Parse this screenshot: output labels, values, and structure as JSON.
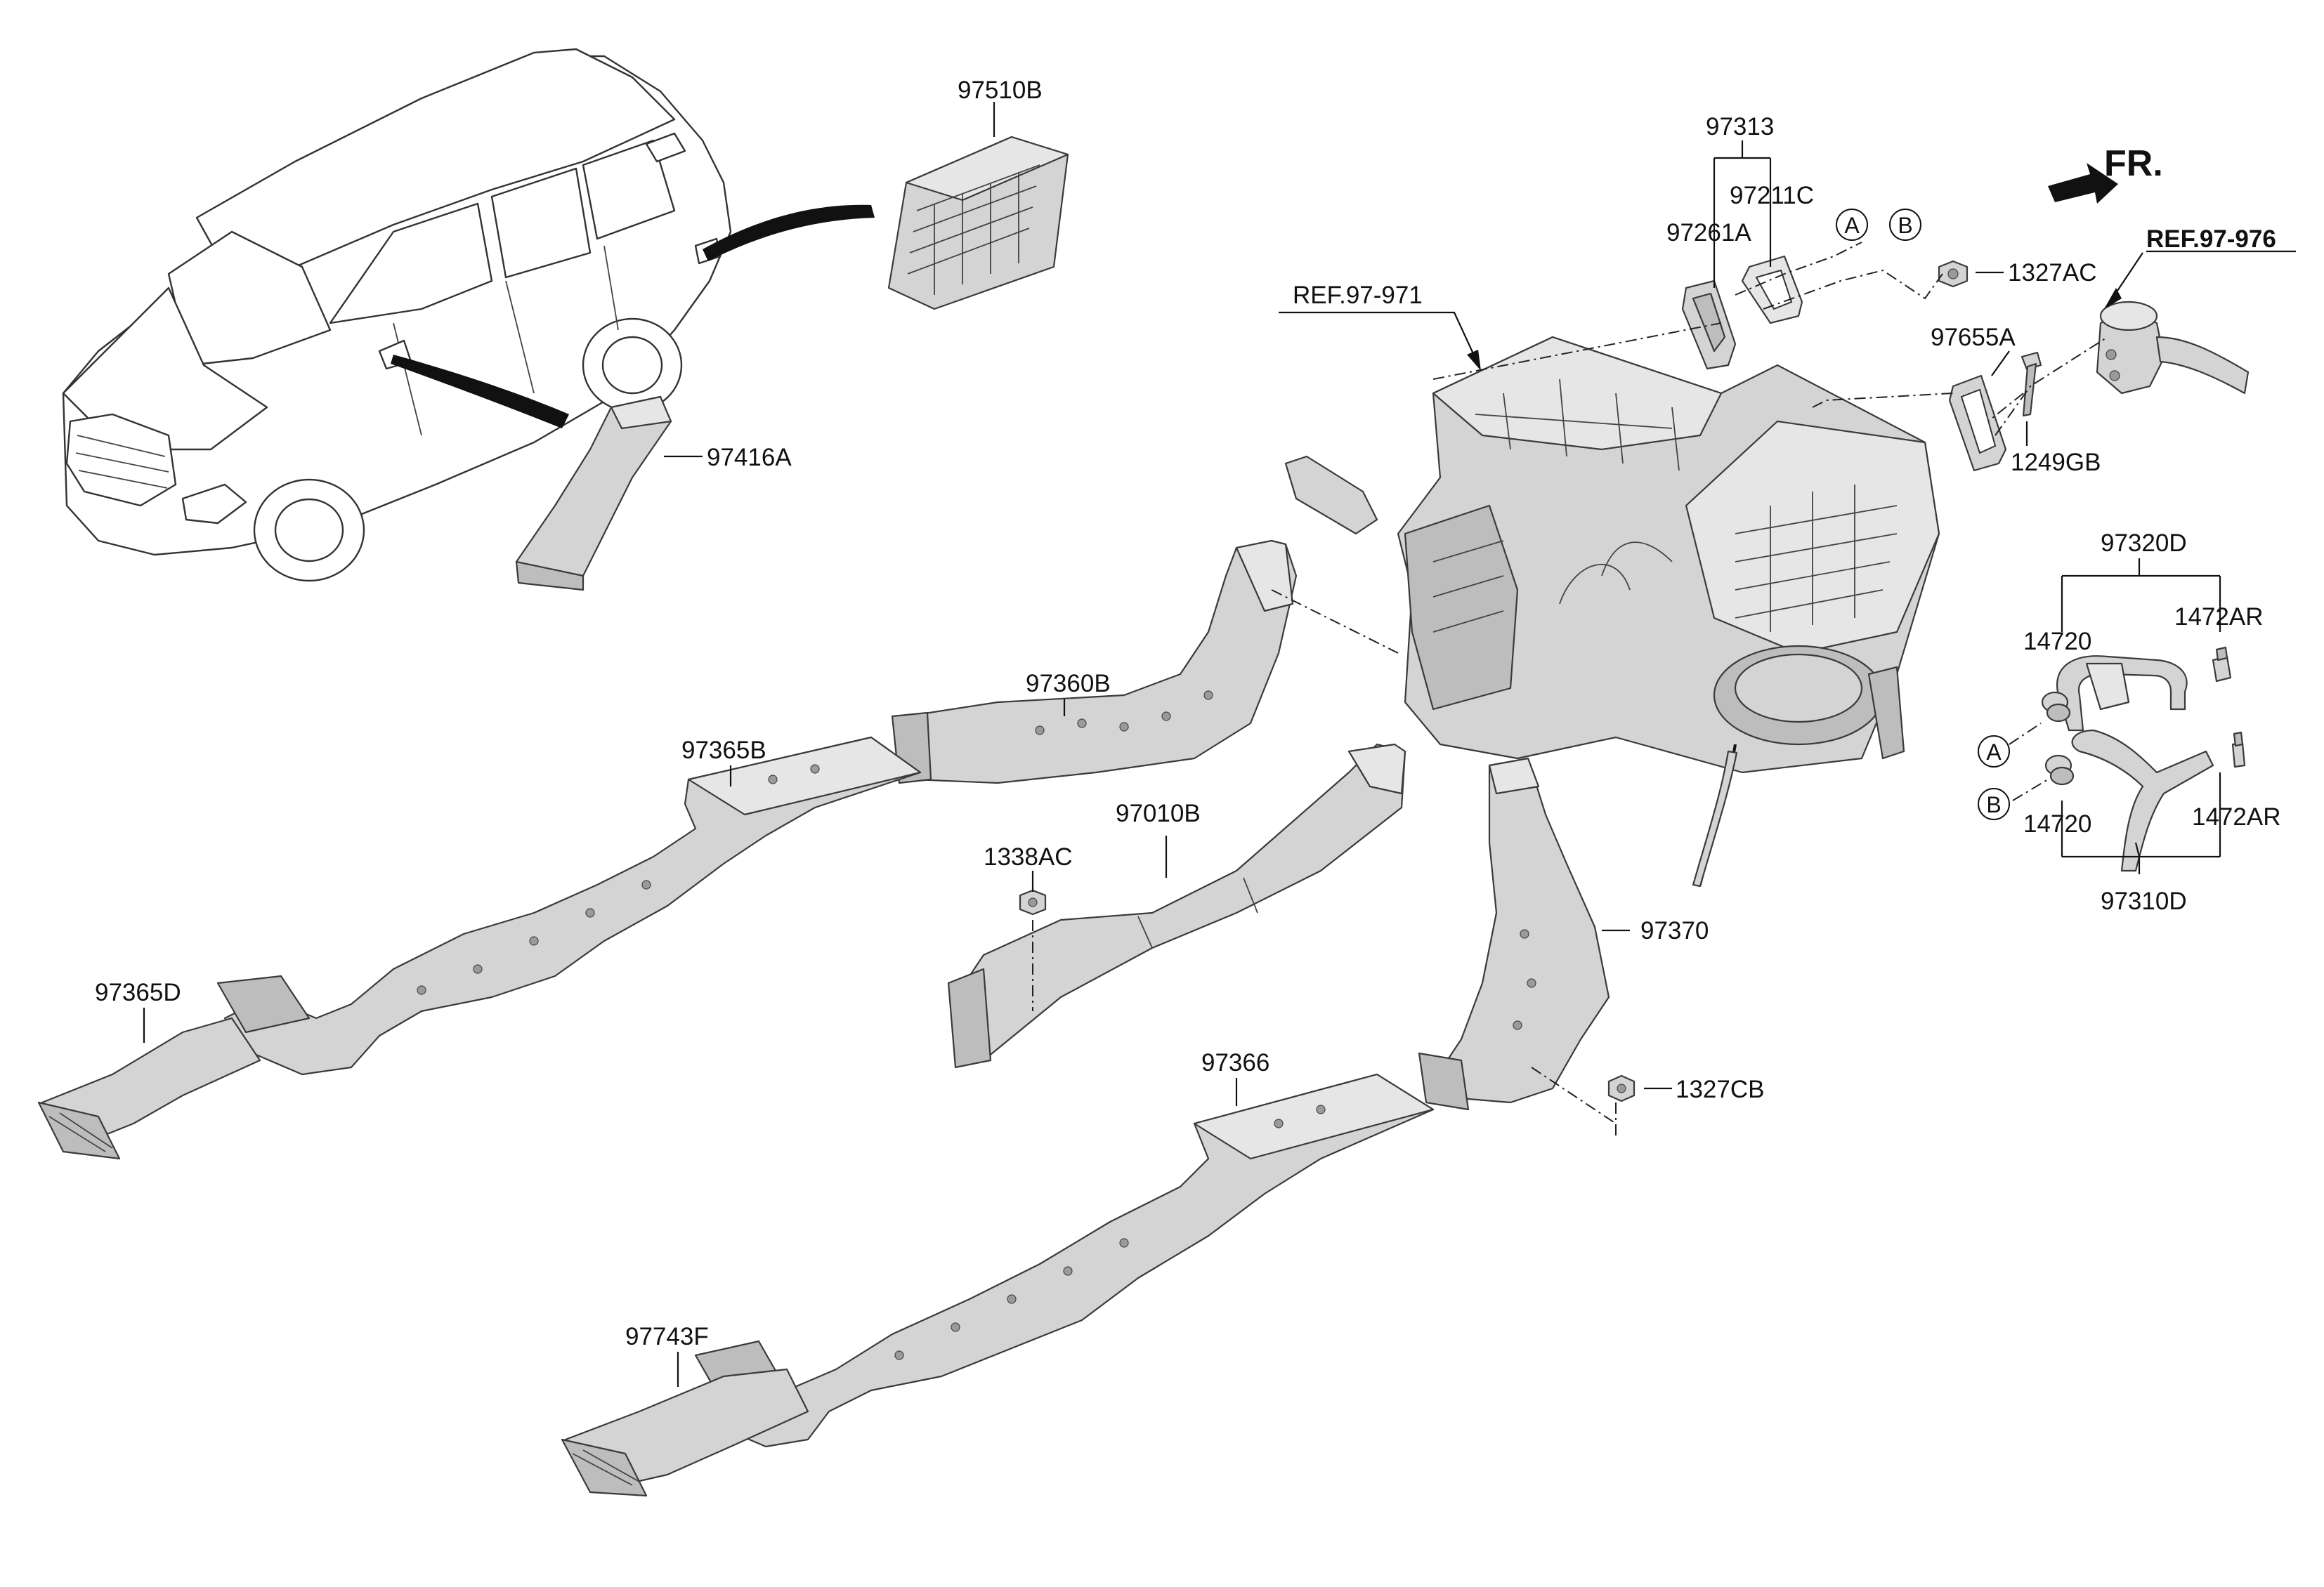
{
  "diagram": {
    "front_indicator": "FR.",
    "references": {
      "hvac_unit": "REF.97-971",
      "expansion_valve": "REF.97-976"
    },
    "part_labels": {
      "p97510B": "97510B",
      "p97416A": "97416A",
      "p97313": "97313",
      "p97211C": "97211C",
      "p97261A": "97261A",
      "p1327AC": "1327AC",
      "p97655A": "97655A",
      "p1249GB": "1249GB",
      "p97320D": "97320D",
      "p14720_top": "14720",
      "p1472AR_top": "1472AR",
      "p14720_bottom": "14720",
      "p1472AR_bottom": "1472AR",
      "p97310D": "97310D",
      "p97360B": "97360B",
      "p97365B": "97365B",
      "p97010B": "97010B",
      "p1338AC": "1338AC",
      "p97370": "97370",
      "p97365D": "97365D",
      "p97366": "97366",
      "p1327CB": "1327CB",
      "p97743F": "97743F"
    },
    "connection_markers": {
      "a_top": "A",
      "b_top": "B",
      "a_left": "A",
      "b_left": "B"
    }
  }
}
